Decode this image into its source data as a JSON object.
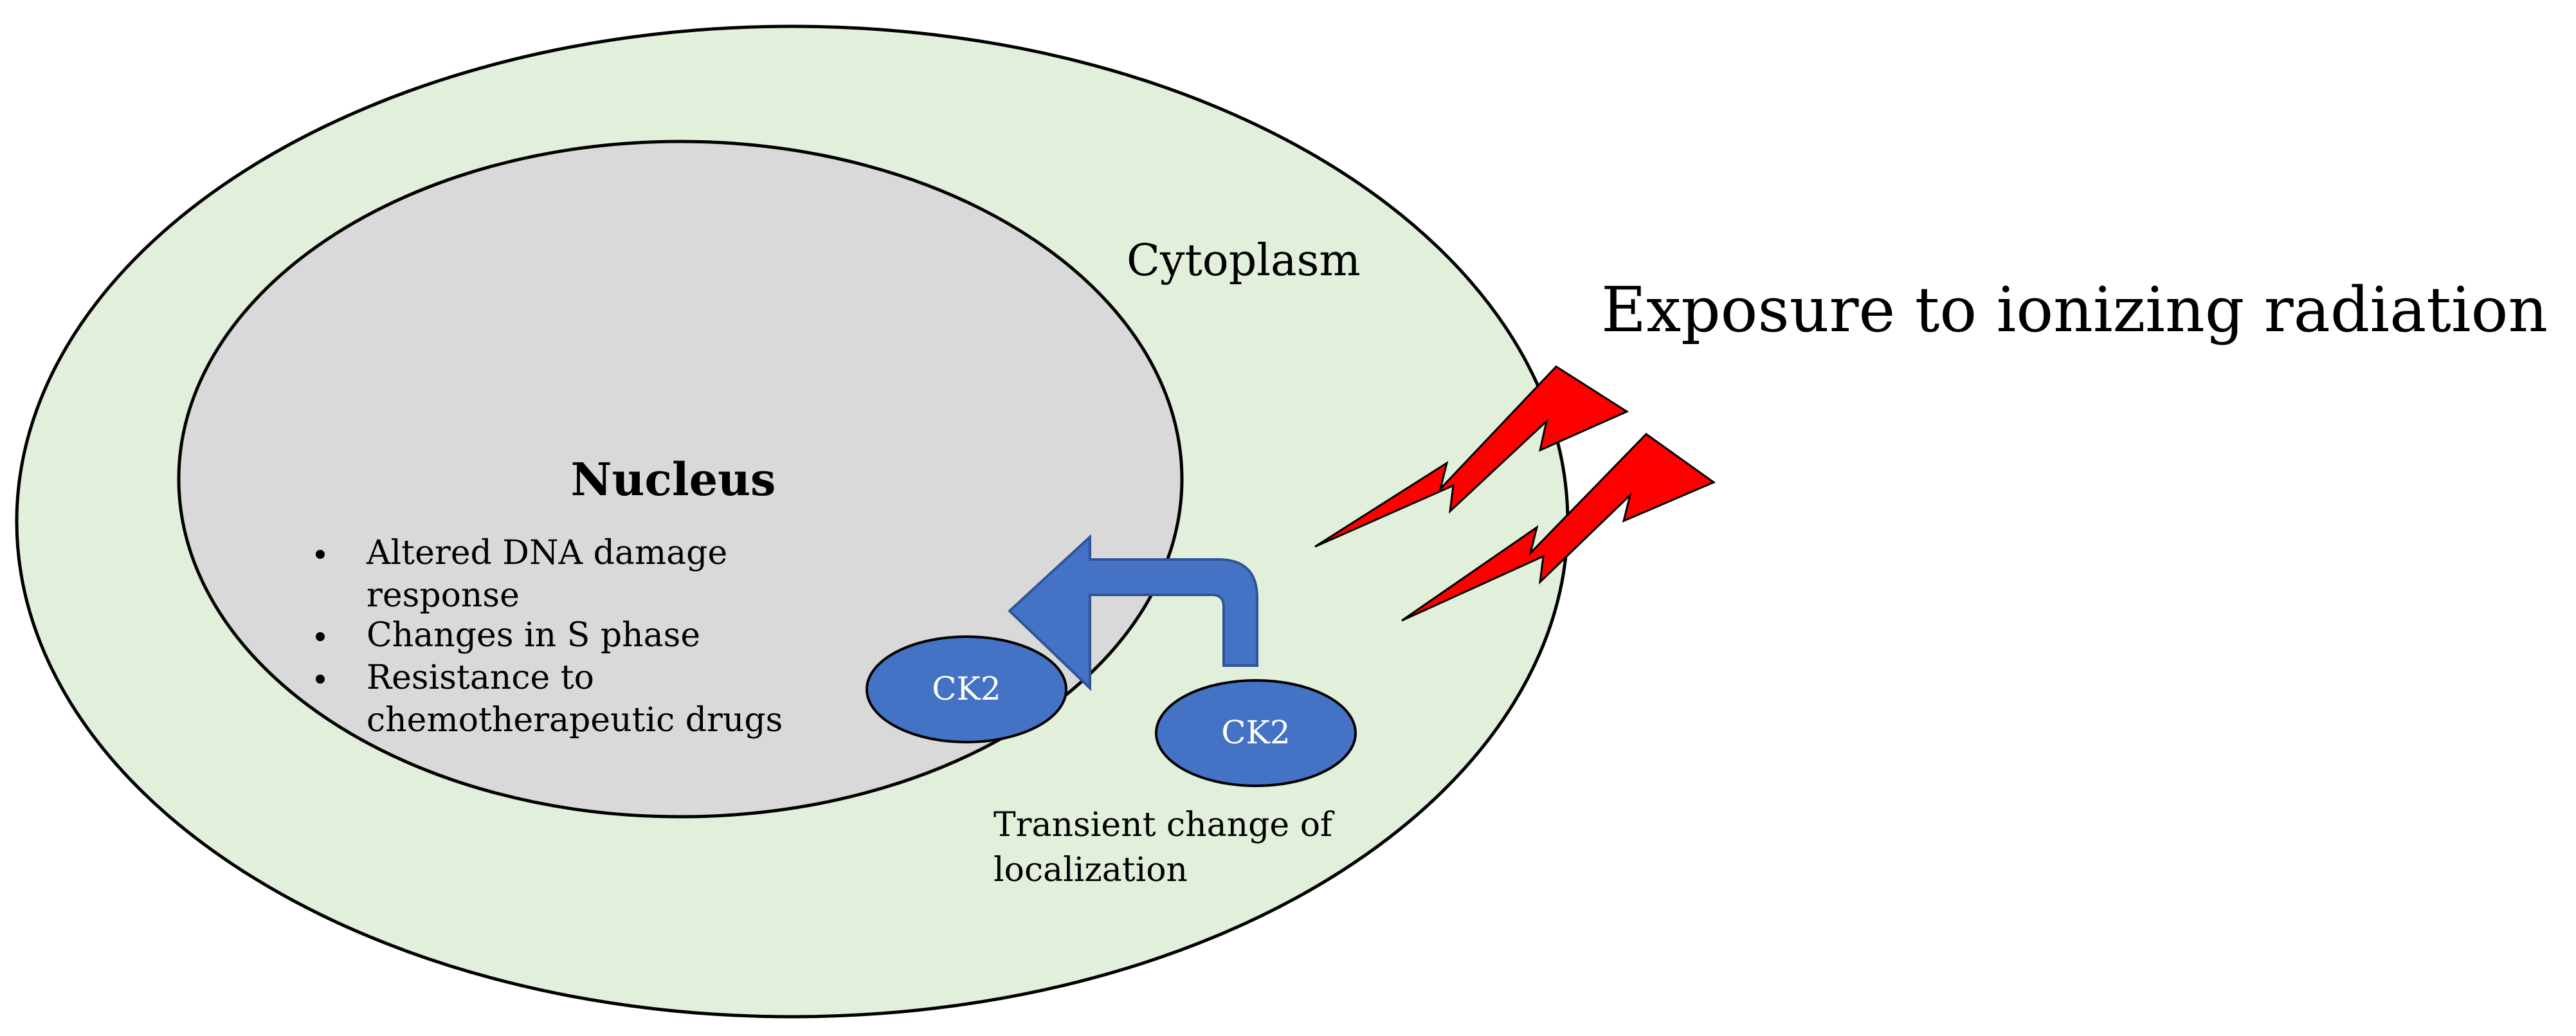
{
  "cytoplasm_label": "Cytoplasm",
  "nucleus": {
    "title": "Nucleus",
    "bullets": [
      {
        "lines": [
          "Altered DNA damage",
          "response"
        ]
      },
      {
        "lines": [
          "Changes in S phase"
        ]
      },
      {
        "lines": [
          "Resistance to",
          "chemotherapeutic drugs"
        ]
      }
    ]
  },
  "ck2": {
    "nuclear_label": "CK2",
    "cytoplasmic_label": "CK2"
  },
  "transient_note": [
    "Transient change of",
    "localization"
  ],
  "exposure_label": "Exposure to ionizing radiation",
  "colors": {
    "cytoplasm": "#e2efda",
    "nucleus": "#d9d9d9",
    "ck2": "#4472c4",
    "radiation_bolt": "#ff0000"
  }
}
